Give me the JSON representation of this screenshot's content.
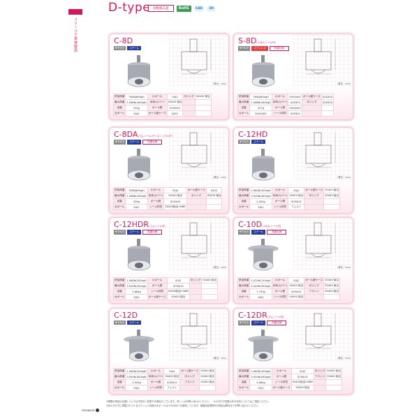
{
  "header": {
    "title": "D-type",
    "side_label": "フリーベア単体製品",
    "badges": {
      "cut": "切削加工品",
      "rohs": "RoHS",
      "cad": "CAD",
      "three_d": "3D"
    }
  },
  "unit_label": "(単位：mm)",
  "cards": [
    {
      "name": "C-8D",
      "subtitle": "",
      "tags": [
        {
          "t": "g",
          "label": "▼下向き"
        },
        {
          "t": "b",
          "label": "スチール"
        }
      ],
      "rows": [
        [
          "許容荷重",
          "784N(80kgf)",
          "小ボール",
          "SUJ2",
          "中リング",
          "SS400 相当"
        ],
        [
          "最大荷重",
          "1,568N(160kgf)",
          "本体(カバー)",
          "SS400 相当",
          "",
          ""
        ],
        [
          "自重",
          "332g",
          "ボール受",
          "SCM415",
          "",
          ""
        ],
        [
          "大ボール",
          "SUJ2",
          "ボール座ケース",
          "S45C",
          "",
          ""
        ]
      ]
    },
    {
      "name": "S-8D",
      "subtitle": "(メタルシール付)",
      "tags": [
        {
          "t": "g",
          "label": "▼下向き"
        },
        {
          "t": "r",
          "label": "ステンレス"
        },
        {
          "t": "o",
          "label": "防塵仕様"
        }
      ],
      "rows": [
        [
          "許容荷重",
          "784N(80kgf)",
          "小ボール",
          "SUS440C",
          "ボール座ケース",
          "SUS303"
        ],
        [
          "最大荷重",
          "1,568N(160kgf)",
          "本体(カバー)",
          "SUS303",
          "中リング",
          "SUS303"
        ],
        [
          "自重",
          "327g",
          "ボール受",
          "SUS440C",
          "",
          ""
        ],
        [
          "大ボール",
          "SUS440C",
          "シール材質",
          "SUS303",
          "",
          ""
        ]
      ]
    },
    {
      "name": "C-8DA",
      "subtitle": "(ゴムシール/グリスニップル付)",
      "tags": [
        {
          "t": "g",
          "label": "▼下向き"
        },
        {
          "t": "b",
          "label": "スチール"
        },
        {
          "t": "o",
          "label": "防塵仕様"
        }
      ],
      "rows": [
        [
          "許容荷重",
          "784N(80kgf)",
          "小ボール",
          "SUJ2",
          "ボール座ケース",
          "S45C"
        ],
        [
          "最大荷重",
          "1,568N(160kgf)",
          "本体(カバー)",
          "SS400 相当",
          "中リング",
          "SS400 相当"
        ],
        [
          "自重",
          "309g",
          "ボール受",
          "SCM415",
          "",
          ""
        ],
        [
          "大ボール",
          "SUJ2",
          "シール材質",
          "SS400相当+NBR",
          "",
          ""
        ]
      ]
    },
    {
      "name": "C-12HD",
      "subtitle": "",
      "tags": [
        {
          "t": "g",
          "label": "▼下向き"
        },
        {
          "t": "b",
          "label": "スチール"
        }
      ],
      "rows": [
        [
          "許容荷重",
          "1,960N(200kgf)",
          "小ボール",
          "SUJ2",
          "ボール座ケース",
          "SS400 相当"
        ],
        [
          "最大荷重",
          "3,920N(400kgf)",
          "本体(カバー)",
          "SS400 相当",
          "中リング",
          "SS400 相当"
        ],
        [
          "自重",
          "2,000g",
          "ボール受",
          "SCM415",
          "",
          ""
        ],
        [
          "大ボール",
          "SUJ2",
          "シール材質",
          "フェルト",
          "",
          ""
        ]
      ]
    },
    {
      "name": "C-12HDR",
      "subtitle": "(ゴムシール付)",
      "tags": [
        {
          "t": "g",
          "label": "▼下向き"
        },
        {
          "t": "b",
          "label": "スチール"
        },
        {
          "t": "o",
          "label": "防塵仕様"
        }
      ],
      "rows": [
        [
          "許容荷重",
          "1,960N(200kgf)",
          "小ボール",
          "SUJ2",
          "中リング",
          "SS400 相当"
        ],
        [
          "最大荷重",
          "3,920N(400kgf)",
          "ボール受",
          "SCM415",
          "",
          ""
        ],
        [
          "自重",
          "1,684g",
          "シール材質",
          "SS400相当+NBR",
          "",
          ""
        ],
        [
          "大ボール",
          "SUJ2",
          "ボール座ケース",
          "SS400 相当",
          "",
          ""
        ]
      ]
    },
    {
      "name": "C-10D",
      "subtitle": "(メタルシール付)",
      "tags": [
        {
          "t": "g",
          "label": "▼下向き"
        },
        {
          "t": "b",
          "label": "スチール"
        },
        {
          "t": "o",
          "label": "防塵仕様"
        }
      ],
      "rows": [
        [
          "許容荷重",
          "1,470N(150kgf)",
          "小ボール",
          "SUJ2",
          "ボール座ケース",
          "SS400 相当"
        ],
        [
          "最大荷重",
          "2,940N(300kgf)",
          "本体(カバー)",
          "SS400 相当",
          "中リング",
          "SS400 相当"
        ],
        [
          "自重",
          "1,733g",
          "ボール受",
          "SCM415",
          "フランジ",
          "SS400 相当"
        ],
        [
          "大ボール",
          "SUJ2",
          "シール材質",
          "SS400 相当",
          "",
          ""
        ]
      ]
    },
    {
      "name": "C-12D",
      "subtitle": "",
      "tags": [
        {
          "t": "g",
          "label": "▼下向き"
        },
        {
          "t": "b",
          "label": "スチール"
        }
      ],
      "rows": [
        [
          "許容荷重",
          "1,960N(200kgf)",
          "小ボール",
          "SUJ2",
          "ボール座ケース",
          "SS400 相当"
        ],
        [
          "最大荷重",
          "3,920N(400kgf)",
          "本体(カバー)",
          "SS400 相当",
          "中リング",
          "SS400 相当"
        ],
        [
          "自重",
          "2,942g",
          "ボール受",
          "SCM415",
          "フランジ",
          "SS400 相当"
        ],
        [
          "大ボール",
          "SUJ2",
          "シール材質",
          "フェルト",
          "",
          ""
        ]
      ]
    },
    {
      "name": "C-12DR",
      "subtitle": "(ゴムシール付)",
      "tags": [
        {
          "t": "g",
          "label": "▼下向き"
        },
        {
          "t": "b",
          "label": "スチール"
        },
        {
          "t": "o",
          "label": "防塵仕様"
        }
      ],
      "rows": [
        [
          "許容荷重",
          "1,960N(200kgf)",
          "小ボール",
          "SUJ2",
          "中リング",
          "SS400 相当"
        ],
        [
          "最大荷重",
          "3,920N(400kgf)",
          "ボール受",
          "SCM415",
          "フランジ",
          "SS400 相当"
        ],
        [
          "自重",
          "3,080g",
          "シール材質",
          "SS400相当+NBR",
          "",
          ""
        ],
        [
          "大ボール",
          "SUJ2",
          "ボール座ケース",
          "SS400 相当",
          "",
          ""
        ]
      ]
    }
  ],
  "footnotes": [
    "※掲載の商品の仕様については予告なく変更する場合がございます。詳しくはお問い合わせください。　※カタログ記載以外の対応についてはご相談ください。",
    "※本カタログに掲載されているステンレス商品の大ボールは SUS440C を使用しています。無酸化処理済みの場合は弊社までお問い合わせください。"
  ],
  "page": {
    "brand": "FREEBEAR",
    "number": "21"
  }
}
